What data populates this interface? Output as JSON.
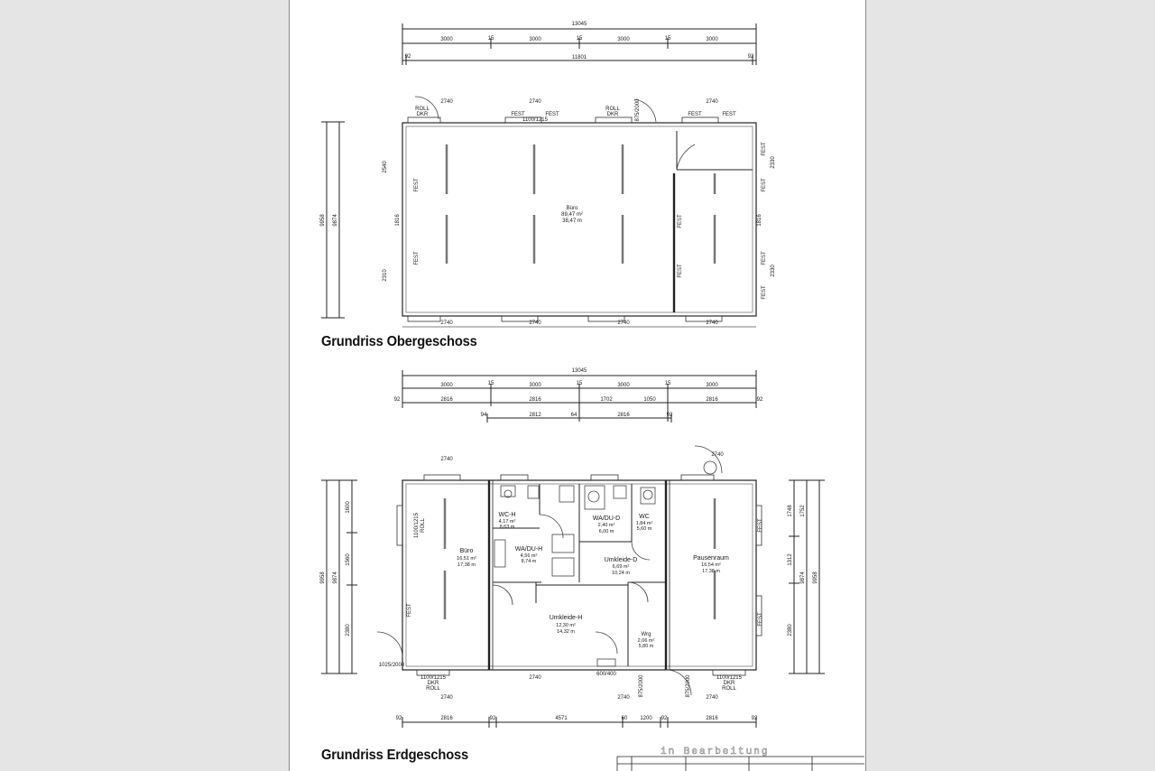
{
  "upper": {
    "title": "Grundriss Obergeschoss",
    "dims": {
      "total": "13045",
      "inner": "11801",
      "end": "92",
      "seg1": "3000",
      "seg2": "3000",
      "seg3": "3000",
      "seg4": "3000",
      "gap": "15",
      "bay": "2740",
      "height_outer": "9958",
      "height_inner": "9874",
      "side_a": "2540",
      "side_b": "2310",
      "side_c": "2330"
    },
    "room": {
      "name": "Büro",
      "area": "89,47 m²",
      "perimeter": "38,47 m"
    },
    "window_labels": {
      "fix": "FEST",
      "roll": "ROLL",
      "dkr": "DKR",
      "size": "1100/1215",
      "door": "875/2000",
      "wall": "1816"
    }
  },
  "lower": {
    "title": "Grundriss Erdgeschoss",
    "dims": {
      "total": "13045",
      "end": "92",
      "gap": "15",
      "seg1": "3000",
      "seg2": "3000",
      "seg3": "3000",
      "seg4": "3000",
      "r2a": "2816",
      "r2b": "2816",
      "r2c": "1702",
      "r2d": "1050",
      "r2e": "2816",
      "r3a": "2812",
      "r3b": "2816",
      "r3l": "94",
      "r3m": "64",
      "b1": "2816",
      "b2": "4571",
      "b3": "1200",
      "b4": "2816",
      "b_mid": "60",
      "height_outer": "9958",
      "height_inner": "9874",
      "h_a": "1600",
      "h_b": "1560",
      "h_c": "2380",
      "h_d": "1748",
      "h_e": "1312",
      "h_f": "2380",
      "h_g": "1752",
      "bay": "2740"
    },
    "rooms": {
      "buero": {
        "name": "Büro",
        "area": "16,51 m²",
        "perimeter": "17,38 m"
      },
      "wc_h": {
        "name": "WC-H",
        "area": "4,17 m²",
        "perimeter": "8,63 m"
      },
      "wadu_h": {
        "name": "WA/DU-H",
        "area": "4,56 m²",
        "perimeter": "8,74 m"
      },
      "wadu_d": {
        "name": "WA/DU-D",
        "area": "2,40 m²",
        "perimeter": "6,00 m"
      },
      "wc": {
        "name": "WC",
        "area": "1,84 m²",
        "perimeter": "5,60 m"
      },
      "umkleide_d": {
        "name": "Umkleide-D",
        "area": "6,69 m²",
        "perimeter": "10,24 m"
      },
      "umkleide_h": {
        "name": "Umkleide-H",
        "area": "12,30 m²",
        "perimeter": "14,32 m"
      },
      "wrg": {
        "name": "Wrg",
        "area": "2,06 m²",
        "perimeter": "5,80 m"
      },
      "pausenraum": {
        "name": "Pausenraum",
        "area": "16,54 m²",
        "perimeter": "17,38 m"
      }
    },
    "labels": {
      "door_a": "1025/2000",
      "door_b": "875/2000",
      "door_c": "600/400",
      "win": "1100/1215",
      "dkr": "DKR",
      "roll": "ROLL",
      "fix": "FEST"
    }
  },
  "stamp": {
    "text": "in Bearbeitung"
  }
}
